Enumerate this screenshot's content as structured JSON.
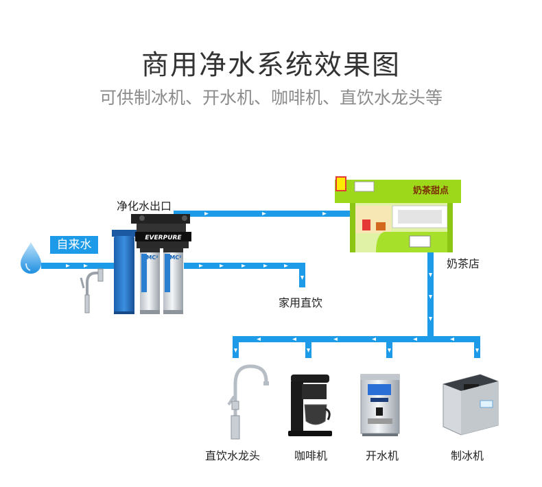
{
  "title": "商用净水系统效果图",
  "subtitle": "可供制冰机、开水机、咖啡机、直饮水龙头等",
  "labels": {
    "tap_water": "自来水",
    "purified_outlet": "净化水出口",
    "home_drinking": "家用直饮",
    "milk_tea_shop": "奶茶店",
    "shop_sign": "奶茶甜点",
    "faucet": "直饮水龙头",
    "coffee_machine": "咖啡机",
    "water_boiler": "开水机",
    "ice_maker": "制冰机",
    "brand": "EVERPURE",
    "model": "MC²"
  },
  "colors": {
    "pipe": "#1e9be8",
    "shop_green": "#9ed81b",
    "filter_blue": "#1f72c8"
  }
}
